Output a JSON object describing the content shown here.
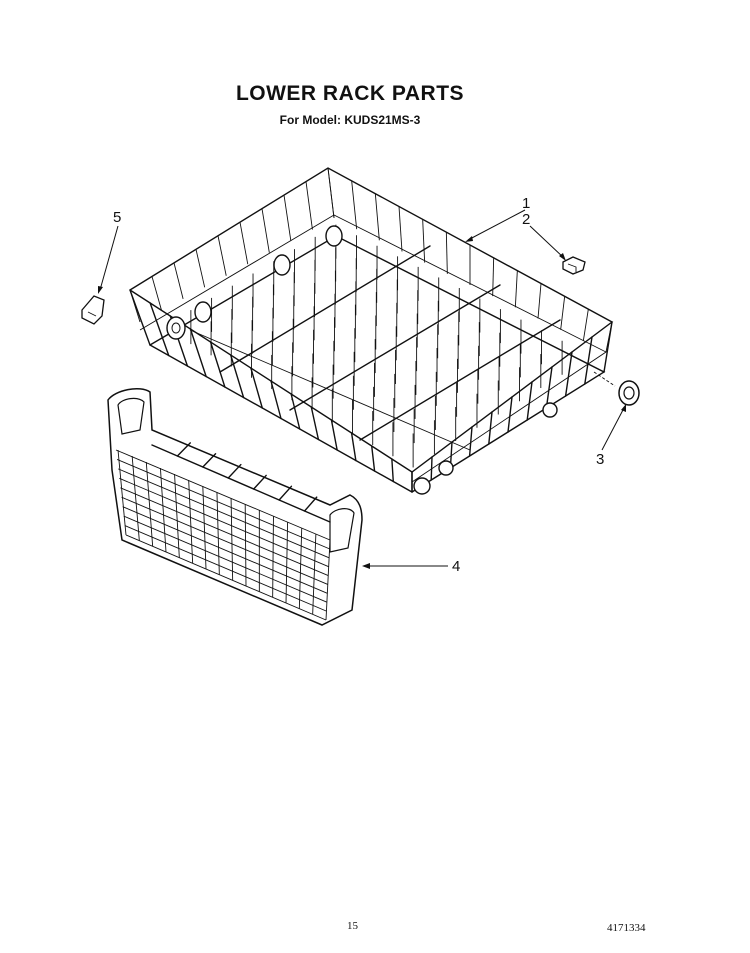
{
  "header": {
    "title": "LOWER RACK PARTS",
    "model_line": "For Model: KUDS21MS-3"
  },
  "callouts": [
    {
      "id": "1",
      "label": "1"
    },
    {
      "id": "2",
      "label": "2"
    },
    {
      "id": "3",
      "label": "3"
    },
    {
      "id": "4",
      "label": "4"
    },
    {
      "id": "5",
      "label": "5"
    }
  ],
  "footer": {
    "page_number": "15",
    "document_number": "4171334"
  }
}
